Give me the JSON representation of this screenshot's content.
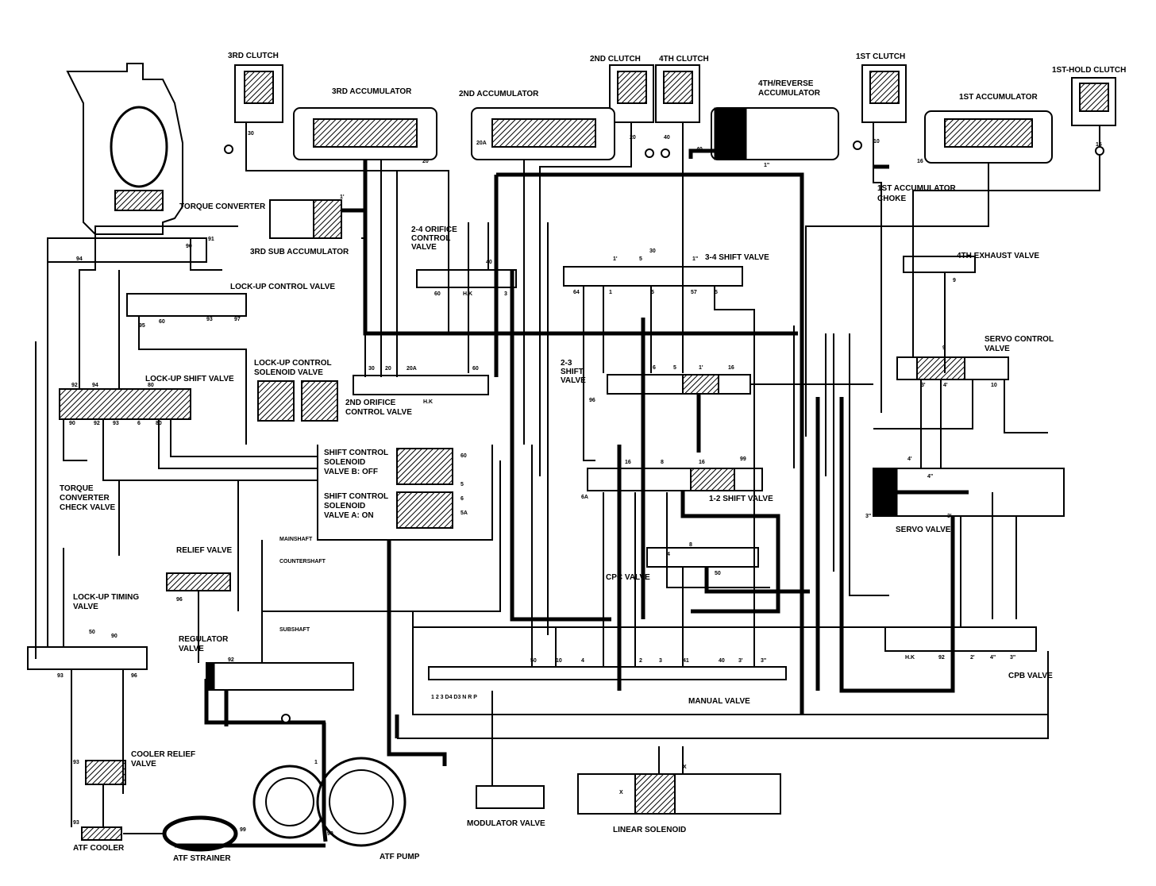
{
  "labels": {
    "third_clutch": "3RD CLUTCH",
    "third_accumulator": "3RD ACCUMULATOR",
    "second_accumulator": "2ND ACCUMULATOR",
    "second_clutch": "2ND CLUTCH",
    "fourth_clutch": "4TH CLUTCH",
    "fourth_reverse_accumulator_1": "4TH/REVERSE",
    "fourth_reverse_accumulator_2": "ACCUMULATOR",
    "first_clutch": "1ST CLUTCH",
    "first_hold_clutch": "1ST-HOLD CLUTCH",
    "first_accumulator": "1ST ACCUMULATOR",
    "first_accumulator_choke_1": "1ST ACCUMULATOR",
    "first_accumulator_choke_2": "CHOKE",
    "torque_converter": "TORQUE CONVERTER",
    "third_sub_accumulator": "3RD SUB ACCUMULATOR",
    "orifice_24_1": "2-4 ORIFICE",
    "orifice_24_2": "CONTROL",
    "orifice_24_3": "VALVE",
    "shift_valve_34": "3-4 SHIFT VALVE",
    "fourth_exhaust_valve": "4TH EXHAUST VALVE",
    "lockup_control_valve": "LOCK-UP CONTROL VALVE",
    "lockup_shift_valve": "LOCK-UP SHIFT VALVE",
    "lockup_control_solenoid_1": "LOCK-UP CONTROL",
    "lockup_control_solenoid_2": "SOLENOID VALVE",
    "second_orifice_1": "2ND ORIFICE",
    "second_orifice_2": "CONTROL VALVE",
    "shift_valve_23_1": "2-3",
    "shift_valve_23_2": "SHIFT",
    "shift_valve_23_3": "VALVE",
    "servo_control_1": "SERVO CONTROL",
    "servo_control_2": "VALVE",
    "shift_solenoid_b_1": "SHIFT CONTROL",
    "shift_solenoid_b_2": "SOLENOID",
    "shift_solenoid_b_3": "VALVE B: OFF",
    "shift_solenoid_a_1": "SHIFT CONTROL",
    "shift_solenoid_a_2": "SOLENOID",
    "shift_solenoid_a_3": "VALVE A: ON",
    "shift_valve_12": "1-2 SHIFT VALVE",
    "servo_valve": "SERVO VALVE",
    "tc_check_1": "TORQUE",
    "tc_check_2": "CONVERTER",
    "tc_check_3": "CHECK VALVE",
    "relief_valve": "RELIEF VALVE",
    "cpc_valve": "CPC VALVE",
    "lockup_timing_1": "LOCK-UP TIMING",
    "lockup_timing_2": "VALVE",
    "regulator_1": "REGULATOR",
    "regulator_2": "VALVE",
    "manual_valve": "MANUAL VALVE",
    "cpb_valve": "CPB VALVE",
    "cooler_relief_1": "COOLER RELIEF",
    "cooler_relief_2": "VALVE",
    "atf_cooler": "ATF COOLER",
    "atf_strainer": "ATF STRAINER",
    "atf_pump": "ATF PUMP",
    "modulator_valve": "MODULATOR VALVE",
    "linear_solenoid": "LINEAR SOLENOID",
    "mainshaft": "MAINSHAFT",
    "countershaft": "COUNTERSHAFT",
    "subshaft": "SUBSHAFT"
  },
  "ports": {
    "p30": "30",
    "p20": "20",
    "p20a": "20A",
    "p40": "40",
    "p16": "16",
    "p10": "10",
    "p15": "15",
    "p1a": "1'",
    "p1b": "1\"",
    "p90": "90",
    "p91": "91",
    "p94": "94",
    "p95": "95",
    "p93": "93",
    "p92": "92",
    "p96": "96",
    "p99": "99",
    "p60": "60",
    "p80": "80",
    "p4": "4",
    "p5": "5",
    "p6": "6",
    "p8": "8",
    "p9": "9",
    "p2": "2",
    "p3": "3",
    "p41": "41",
    "p57": "57",
    "p97": "97",
    "p5a": "5A",
    "p6a": "6A",
    "p3a": "3'",
    "p3b": "3\"",
    "p4a": "4'",
    "p4b": "4\"",
    "p2a": "2'",
    "pX": "X",
    "pHK": "H.K",
    "p1": "1",
    "p50": "50",
    "p64": "64",
    "p64b": "64"
  },
  "gear_positions": "1 2 3 D4 D3 N R P",
  "colors": {
    "ink": "#000000",
    "paper": "#ffffff"
  }
}
